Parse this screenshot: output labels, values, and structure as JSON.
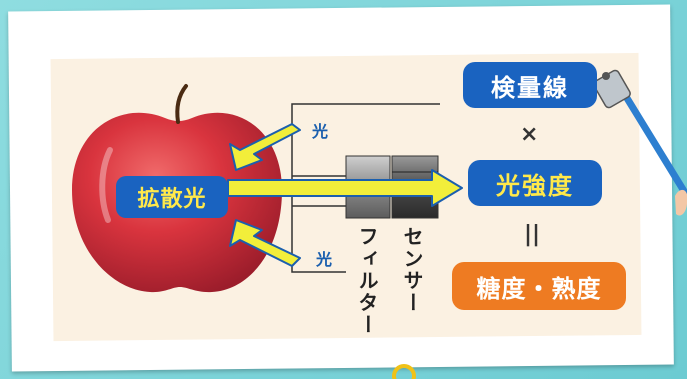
{
  "labels": {
    "diffused_light": "拡散光",
    "light_top": "光",
    "light_bottom": "光",
    "filter": "フィルター",
    "sensor": "センサー",
    "calibration_curve": "検量線",
    "times": "×",
    "light_intensity": "光強度",
    "equals": "||",
    "result": "糖度・熟度"
  },
  "colors": {
    "blue_box": "#1a63c0",
    "orange_box": "#ee7b22",
    "yellow_text": "#ffe94a",
    "arrow_yellow": "#f2ee3a",
    "apple_red": "#d9343e",
    "panel_bg": "#fbf1e2"
  },
  "icons": [
    "apple-icon",
    "sensor-filter-icon",
    "pointer-stick-icon"
  ]
}
